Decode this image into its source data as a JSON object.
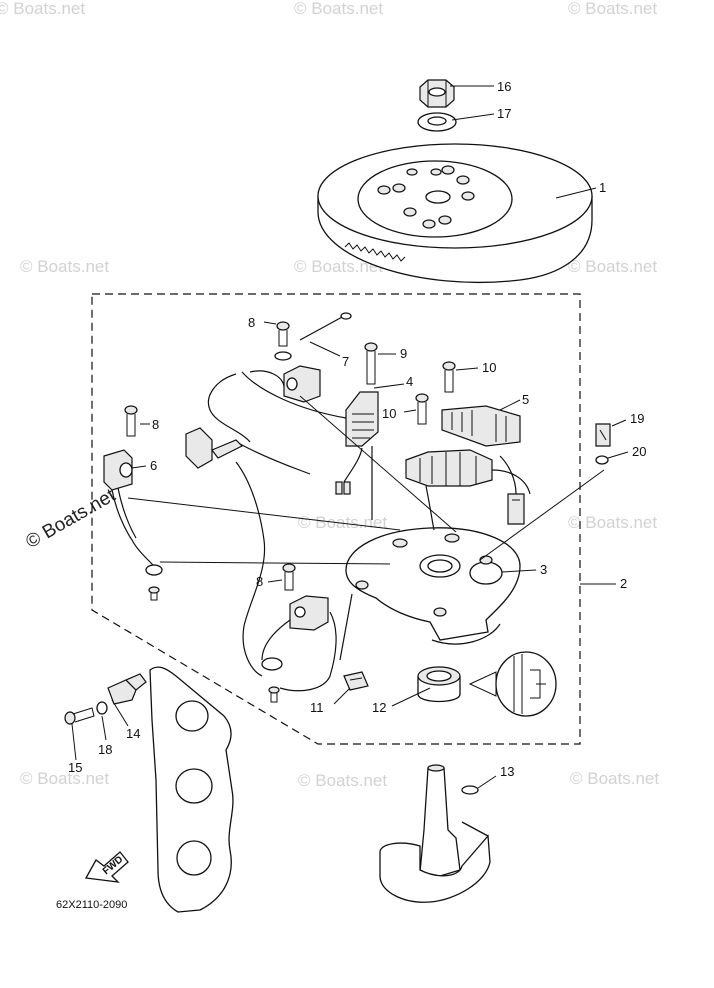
{
  "diagram_code": "62X2110-2090",
  "watermark": "© Boats.net",
  "fwd_label": "FWD",
  "callouts": [
    "1",
    "2",
    "3",
    "4",
    "5",
    "6",
    "7",
    "8",
    "8",
    "8",
    "9",
    "10",
    "10",
    "11",
    "12",
    "13",
    "14",
    "15",
    "16",
    "17",
    "18",
    "19",
    "20"
  ],
  "colors": {
    "ink": "#111111",
    "watermark": "#d2d2d2",
    "background": "#ffffff"
  }
}
